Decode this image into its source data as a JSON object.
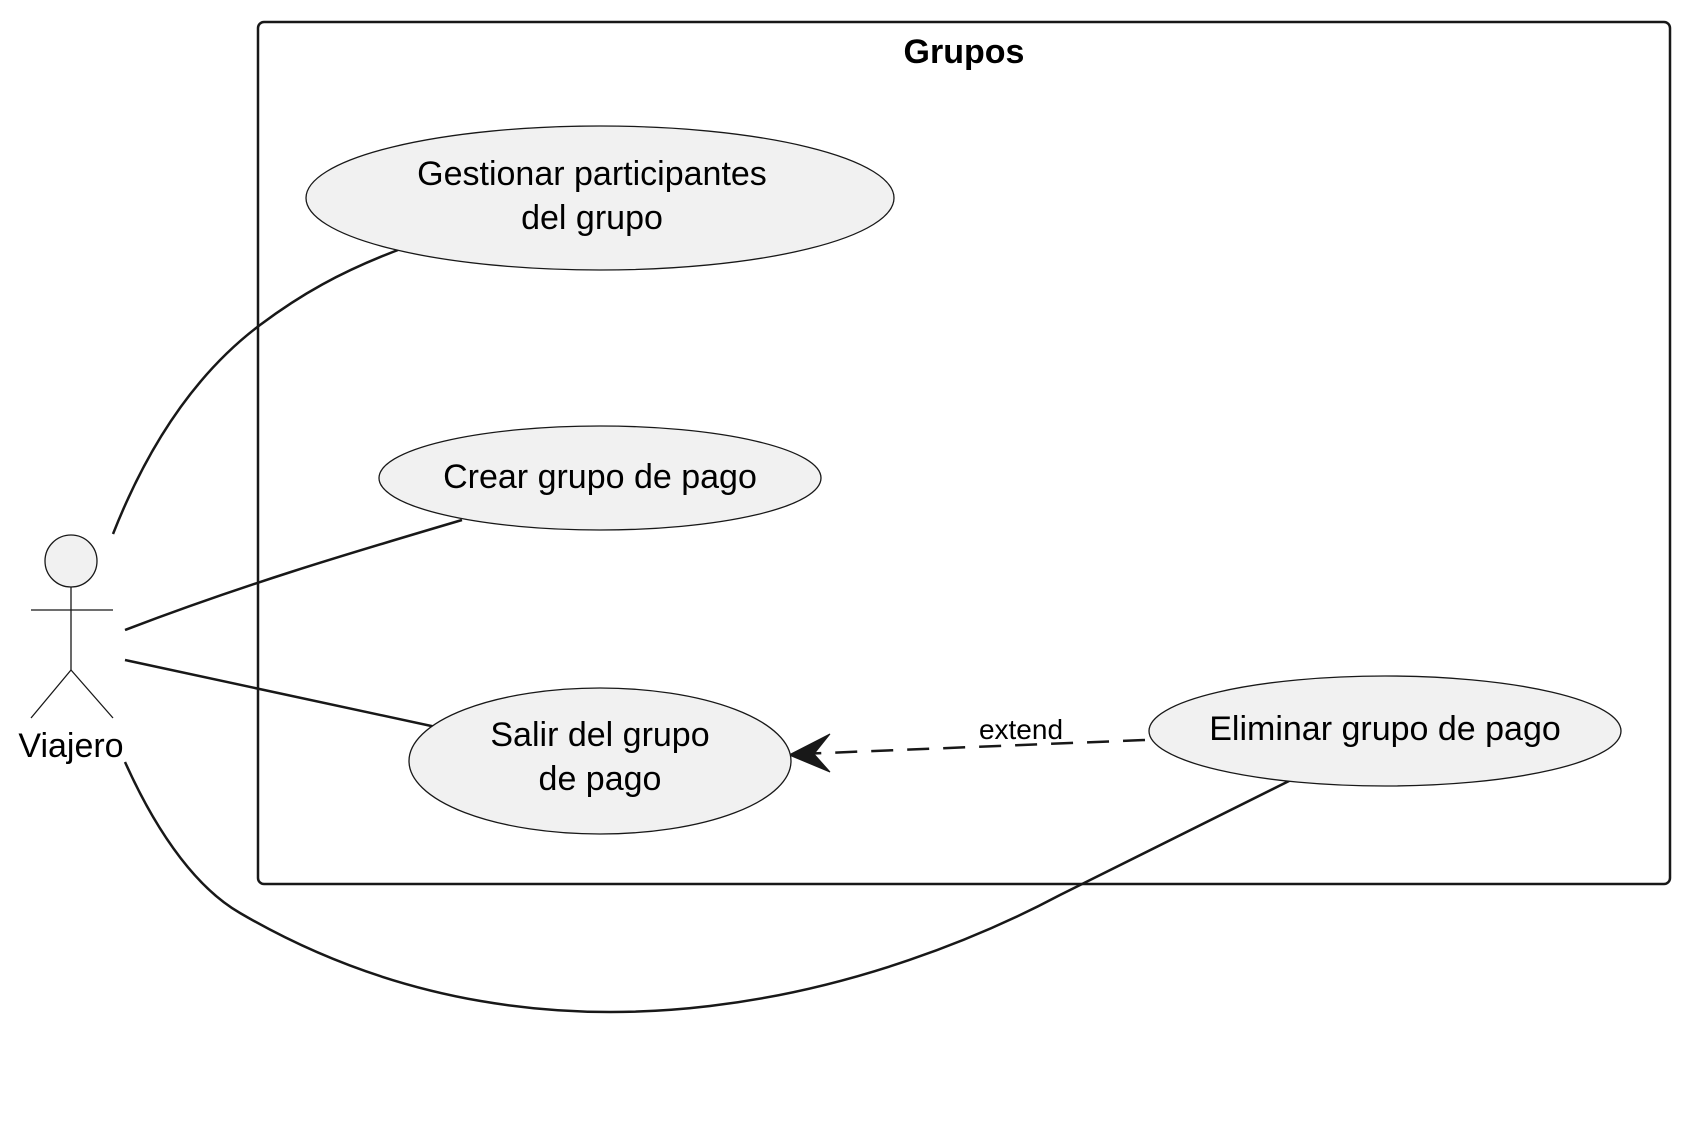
{
  "diagram": {
    "type": "use-case",
    "boundary": {
      "title": "Grupos"
    },
    "actor": {
      "name": "Viajero"
    },
    "use_cases": {
      "gestionar": {
        "line1": "Gestionar participantes",
        "line2": "del grupo"
      },
      "crear": {
        "line1": "Crear grupo de pago"
      },
      "salir": {
        "line1": "Salir del grupo",
        "line2": "de pago"
      },
      "eliminar": {
        "line1": "Eliminar grupo de pago"
      }
    },
    "relations": [
      {
        "from": "Viajero",
        "to": "Gestionar participantes del grupo",
        "kind": "association"
      },
      {
        "from": "Viajero",
        "to": "Crear grupo de pago",
        "kind": "association"
      },
      {
        "from": "Viajero",
        "to": "Salir del grupo de pago",
        "kind": "association"
      },
      {
        "from": "Viajero",
        "to": "Eliminar grupo de pago",
        "kind": "association"
      },
      {
        "from": "Eliminar grupo de pago",
        "to": "Salir del grupo de pago",
        "kind": "extend",
        "label": "extend"
      }
    ],
    "extend_label": "extend",
    "colors": {
      "stroke": "#181818",
      "fill": "#f1f1f1",
      "background": "#ffffff"
    }
  }
}
